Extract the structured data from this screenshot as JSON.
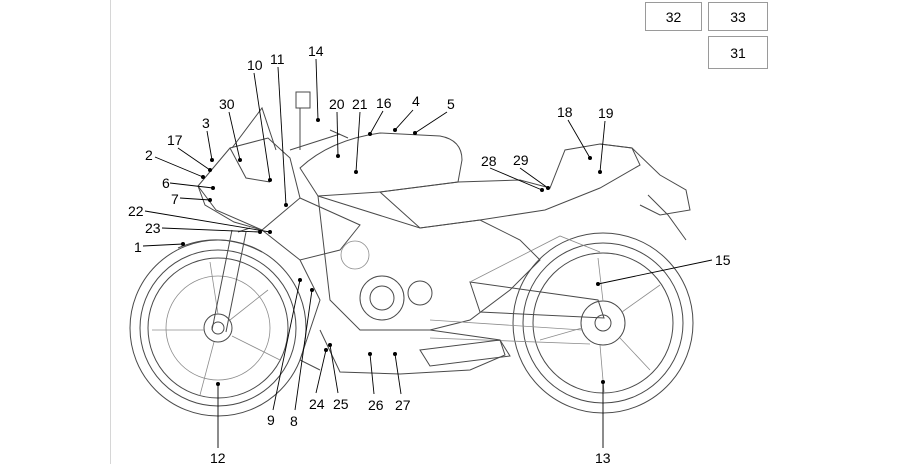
{
  "legend_boxes": [
    "32",
    "33",
    "31"
  ],
  "callouts": {
    "n1": "1",
    "n2": "2",
    "n3": "3",
    "n4": "4",
    "n5": "5",
    "n6": "6",
    "n7": "7",
    "n8": "8",
    "n9": "9",
    "n10": "10",
    "n11": "11",
    "n12": "12",
    "n13": "13",
    "n14": "14",
    "n15": "15",
    "n16": "16",
    "n17": "17",
    "n18": "18",
    "n19": "19",
    "n20": "20",
    "n21": "21",
    "n22": "22",
    "n23": "23",
    "n24": "24",
    "n25": "25",
    "n26": "26",
    "n27": "27",
    "n28": "28",
    "n29": "29",
    "n30": "30"
  }
}
